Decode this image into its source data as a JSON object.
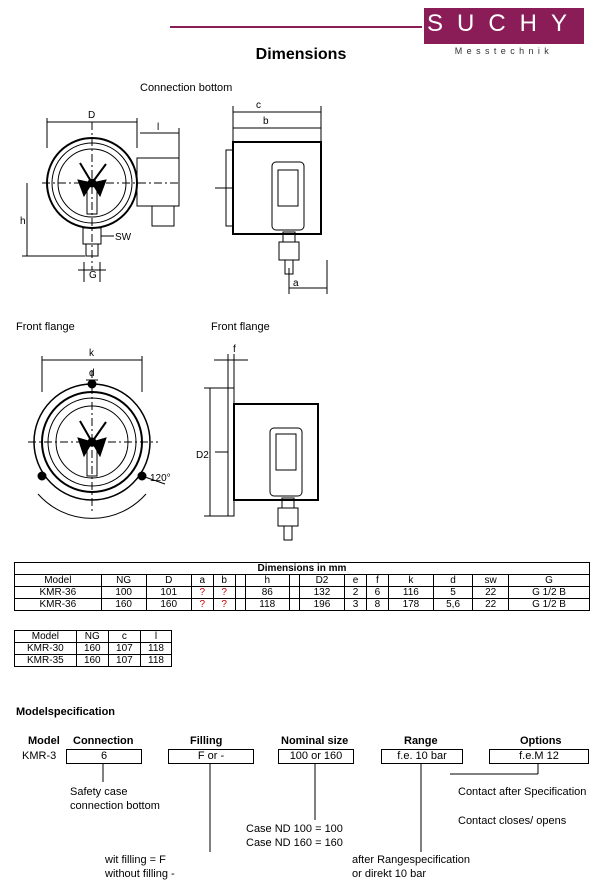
{
  "logo": {
    "name": "SUCHY",
    "sub": "Messtechnik"
  },
  "title": "Dimensions",
  "labels": {
    "connection_bottom": "Connection bottom",
    "front_flange_left": "Front flange",
    "front_flange_right": "Front flange"
  },
  "drawing_labels": {
    "D": "D",
    "l": "l",
    "c": "c",
    "b": "b",
    "h": "h",
    "SW": "SW",
    "G": "G",
    "a": "a",
    "k": "k",
    "d": "d",
    "f": "f",
    "D2": "D2",
    "angle": "120°"
  },
  "table1": {
    "caption": "Dimensions in mm",
    "headers": [
      "Model",
      "NG",
      "D",
      "a",
      "b",
      "",
      "h",
      "",
      "D2",
      "e",
      "f",
      "k",
      "d",
      "sw",
      "G"
    ],
    "rows": [
      [
        "KMR-36",
        "100",
        "101",
        "?",
        "?",
        "",
        "86",
        "",
        "132",
        "2",
        "6",
        "116",
        "5",
        "22",
        "G 1/2 B"
      ],
      [
        "KMR-36",
        "160",
        "160",
        "?",
        "?",
        "",
        "118",
        "",
        "196",
        "3",
        "8",
        "178",
        "5,6",
        "22",
        "G 1/2 B"
      ]
    ]
  },
  "table2": {
    "headers": [
      "Model",
      "NG",
      "c",
      "l"
    ],
    "rows": [
      [
        "KMR-30",
        "160",
        "107",
        "118"
      ],
      [
        "KMR-35",
        "160",
        "107",
        "118"
      ]
    ]
  },
  "modelspec": {
    "title": "Modelspecification",
    "model_head": "Model",
    "model_value": "KMR-3",
    "columns": [
      {
        "head": "Connection",
        "value": "6"
      },
      {
        "head": "Filling",
        "value": "F or -"
      },
      {
        "head": "Nominal size",
        "value": "100 or 160"
      },
      {
        "head": "Range",
        "value": "f.e. 10 bar"
      },
      {
        "head": "Options",
        "value": "f.e.M 12"
      }
    ],
    "notes": {
      "connection_1": "Safety case",
      "connection_2": "connection bottom",
      "nominal_1": "Case ND 100 = 100",
      "nominal_2": "Case ND 160 = 160",
      "filling_1": "wit filling = F",
      "filling_2": "without filling  -",
      "range_1": "after Rangespecification",
      "range_2": "or direkt  10 bar",
      "options_1": "Contact after Specification",
      "options_2": "Contact closes/ opens"
    }
  }
}
